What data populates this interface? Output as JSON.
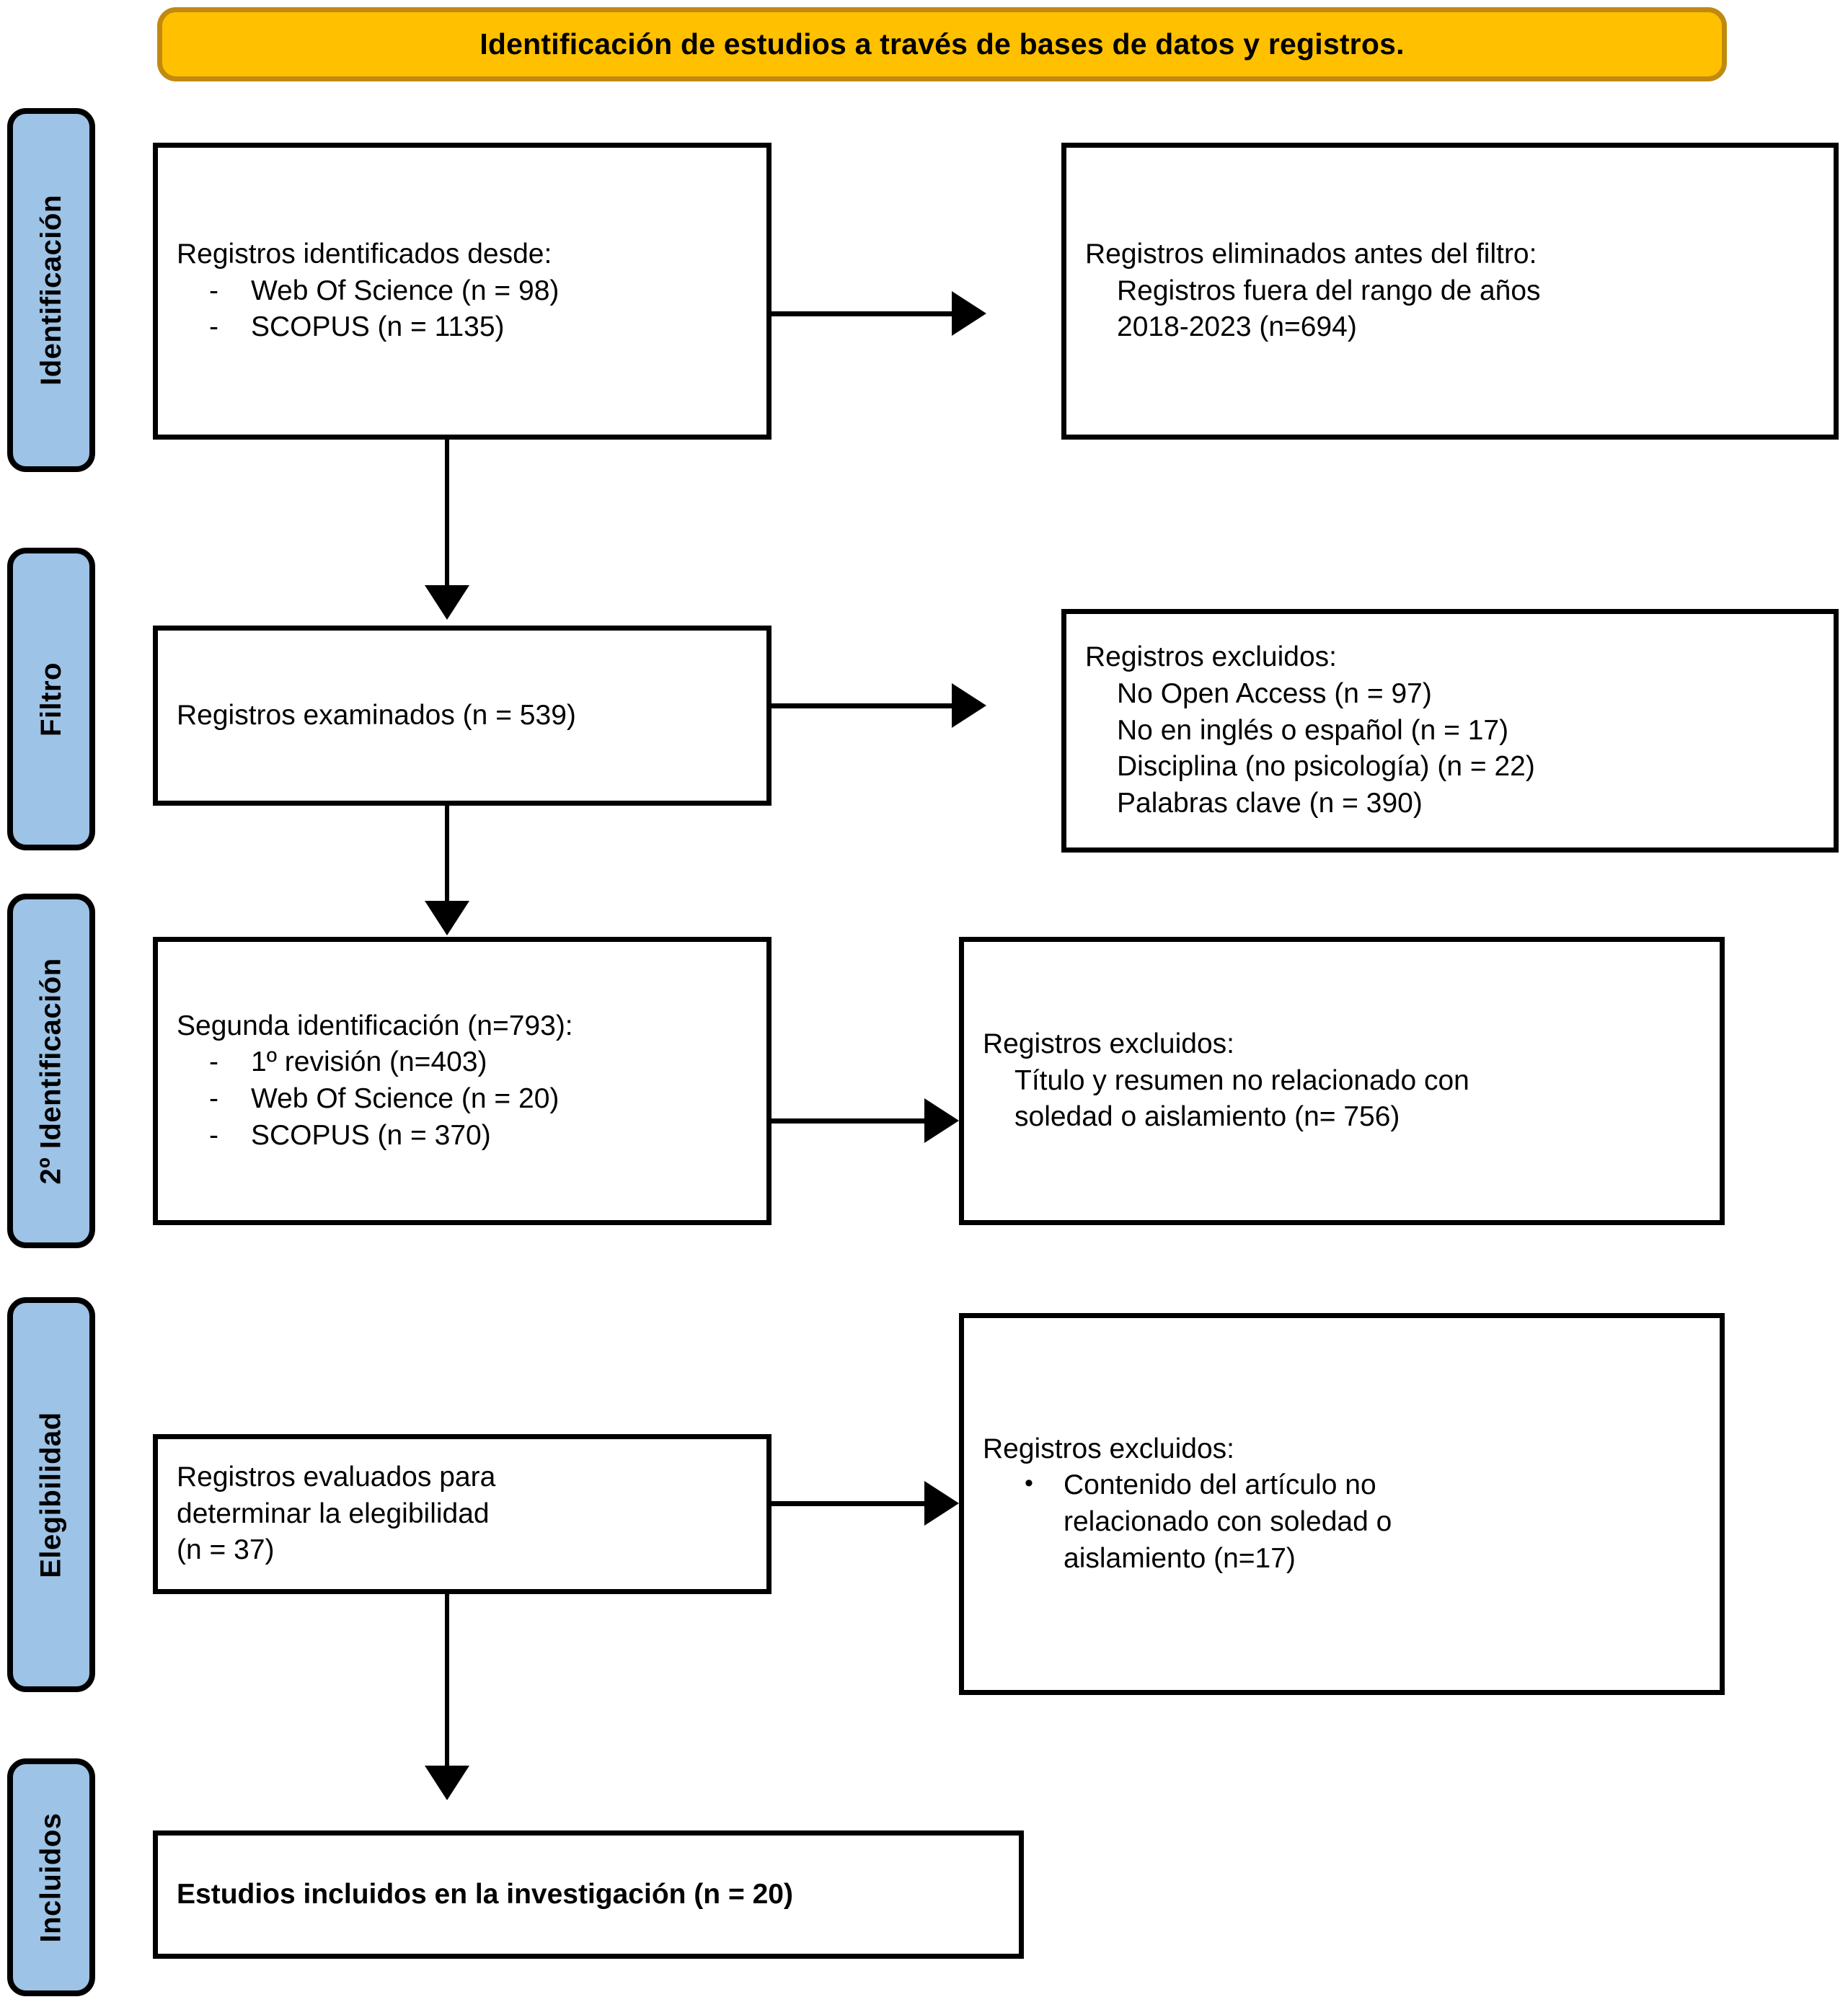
{
  "banner": {
    "title": "Identificación de estudios a través de bases de datos y registros."
  },
  "stages": [
    {
      "label": "Identificación"
    },
    {
      "label": "Filtro"
    },
    {
      "label": "2º Identificación"
    },
    {
      "label": "Elegibilidad"
    },
    {
      "label": "Incluidos"
    }
  ],
  "boxes": {
    "identified": {
      "heading": "Registros identificados desde:",
      "items": [
        {
          "marker": "-",
          "text": "Web Of Science (n = 98)"
        },
        {
          "marker": "-",
          "text": "SCOPUS (n = 1135)"
        }
      ]
    },
    "removed_before": {
      "heading": "Registros eliminados antes del filtro:",
      "lines": [
        "Registros fuera del rango de años",
        "2018-2023 (n=694)"
      ]
    },
    "screened": {
      "heading": "Registros examinados (n = 539)"
    },
    "excluded_screen": {
      "heading": "Registros excluidos:",
      "lines": [
        "No Open Access (n = 97)",
        "No en inglés o español (n = 17)",
        "Disciplina (no psicología) (n = 22)",
        "Palabras clave (n = 390)"
      ]
    },
    "second_identification": {
      "heading": "Segunda identificación (n=793):",
      "items": [
        {
          "marker": "-",
          "text": "1º revisión (n=403)"
        },
        {
          "marker": "-",
          "text": "Web Of Science (n = 20)"
        },
        {
          "marker": "-",
          "text": "SCOPUS (n = 370)"
        }
      ]
    },
    "excluded_title_abstract": {
      "heading": "Registros excluidos:",
      "lines": [
        "Título y resumen no relacionado con",
        "soledad o aislamiento (n= 756)"
      ]
    },
    "eligibility": {
      "lines": [
        "Registros evaluados para",
        "determinar la elegibilidad",
        "(n = 37)"
      ]
    },
    "excluded_content": {
      "heading": "Registros excluidos:",
      "bullet_marker": "•",
      "bullet_lines": [
        "Contenido del artículo no",
        "relacionado con soledad o",
        "aislamiento (n=17)"
      ]
    },
    "included": {
      "heading": "Estudios incluidos en la investigación (n = 20)"
    }
  },
  "colors": {
    "banner_fill": "#FFC000",
    "banner_border": "#C08A10",
    "stage_fill": "#9DC3E6",
    "stroke": "#000000",
    "box_fill": "#FFFFFF"
  }
}
